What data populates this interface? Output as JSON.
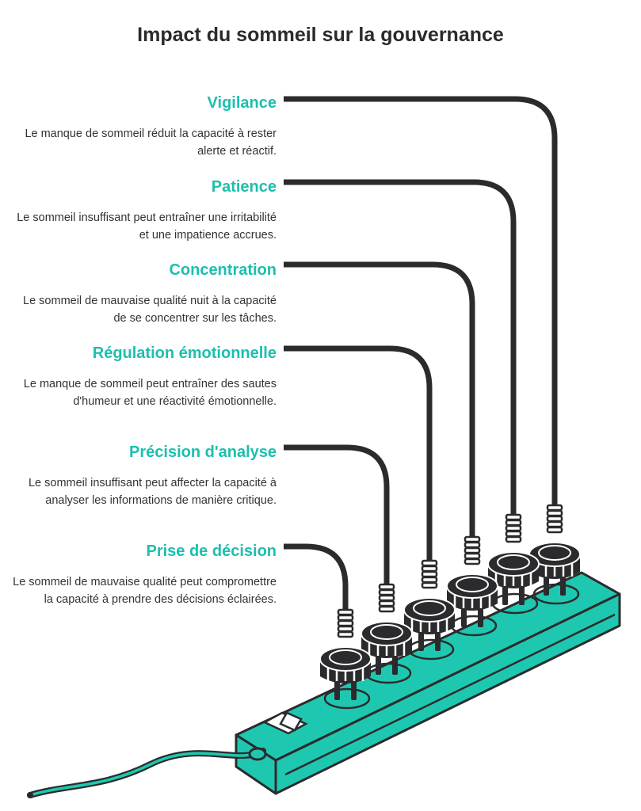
{
  "title": "Impact du sommeil sur la gouvernance",
  "colors": {
    "accent": "#1cbfae",
    "dark": "#2b2b2d",
    "text": "#333333",
    "strip_fill": "#1ec8b0"
  },
  "items": [
    {
      "title": "Vigilance",
      "description": "Le manque de sommeil réduit la capacité à rester alerte et réactif."
    },
    {
      "title": "Patience",
      "description": "Le sommeil insuffisant peut entraîner une irritabilité et une impatience accrues."
    },
    {
      "title": "Concentration",
      "description": "Le sommeil de mauvaise qualité nuit à la capacité de se concentrer sur les tâches."
    },
    {
      "title": "Régulation émotionnelle",
      "description": "Le manque de sommeil peut entraîner des sautes d'humeur et une réactivité émotionnelle."
    },
    {
      "title": "Précision d'analyse",
      "description": "Le sommeil insuffisant peut affecter la capacité à analyser les informations de manière critique."
    },
    {
      "title": "Prise de décision",
      "description": "Le sommeil de mauvaise qualité peut compromettre la capacité à prendre des décisions éclairées."
    }
  ]
}
